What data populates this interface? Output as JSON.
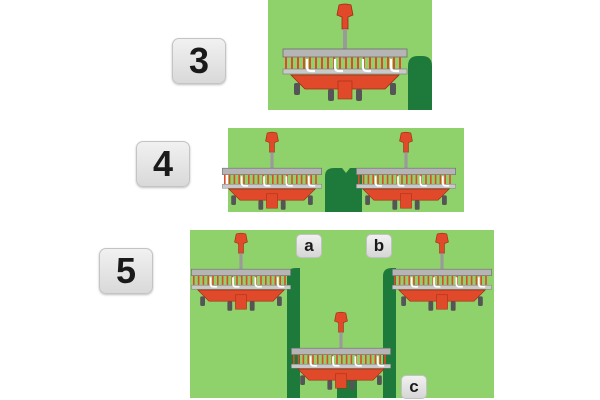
{
  "steps": [
    {
      "number": "3"
    },
    {
      "number": "4"
    },
    {
      "number": "5",
      "lanes": [
        "a",
        "b",
        "c"
      ]
    }
  ],
  "colors": {
    "field": "#8fd16b",
    "windrow": "#1e7a3a",
    "machine_red": "#e04a2a",
    "machine_gray": "#9a9a9a"
  },
  "icons": [
    "rake-machine-icon"
  ]
}
